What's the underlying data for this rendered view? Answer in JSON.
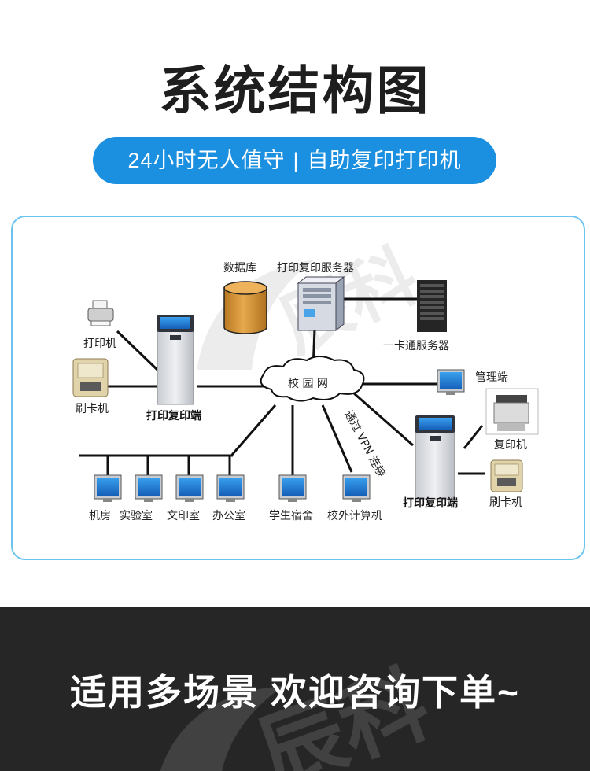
{
  "header": {
    "title": "系统结构图",
    "badge_left": "24小时无人值守",
    "badge_separator": "|",
    "badge_right": "自助复印打印机"
  },
  "diagram": {
    "labels": {
      "database": "数据库",
      "print_server": "打印复印服务器",
      "card_server": "一卡通服务器",
      "printer": "打印机",
      "card_reader_left": "刷卡机",
      "terminal_left": "打印复印端",
      "campus_net": "校 园 网",
      "management": "管理端",
      "vpn": "通过 VPN 连接",
      "copier": "复印机",
      "terminal_right": "打印复印端",
      "card_reader_right": "刷卡机",
      "lab_room": "机房",
      "laboratory": "实验室",
      "print_shop": "文印室",
      "office": "办公室",
      "dormitory": "学生宿舍",
      "offcampus_pc": "校外计算机"
    },
    "watermark": "辰科"
  },
  "footer": {
    "text": "适用多场景 欢迎咨询下单~",
    "watermark": "辰科"
  },
  "colors": {
    "accent": "#1b8fe0",
    "frame": "#6cc4ee",
    "footer_bg": "#262626",
    "monitor_screen": "#1f7fd6",
    "database": "#d99a3c"
  }
}
